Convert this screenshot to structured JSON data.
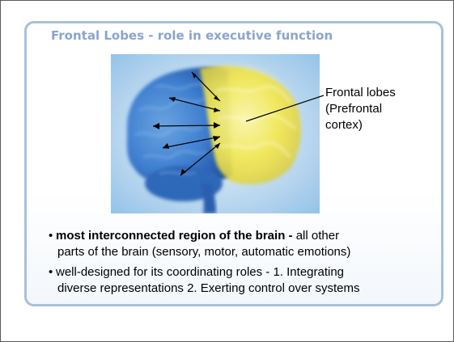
{
  "slide": {
    "title": "Frontal Lobes - role in executive function",
    "brain_label": {
      "line1": "Frontal lobes",
      "line2": "(Prefrontal",
      "line3": "cortex)"
    },
    "bullets": [
      {
        "bold": "most interconnected region of the brain -",
        "text_line1": " all other",
        "text_line2": "parts of the brain (sensory, motor, automatic emotions)"
      },
      {
        "text_line1": "well-designed for its coordinating roles - 1. Integrating",
        "text_line2": "diverse representations 2. Exerting control over systems"
      }
    ],
    "bullet_glyph": "•"
  },
  "colors": {
    "title": "#8aa4cd",
    "panel_border": "#a9bfdd",
    "brain_blue": "#3f7fd0",
    "frontal_yellow": "#f2e85a"
  },
  "icons": {
    "figure": "brain-illustration"
  }
}
